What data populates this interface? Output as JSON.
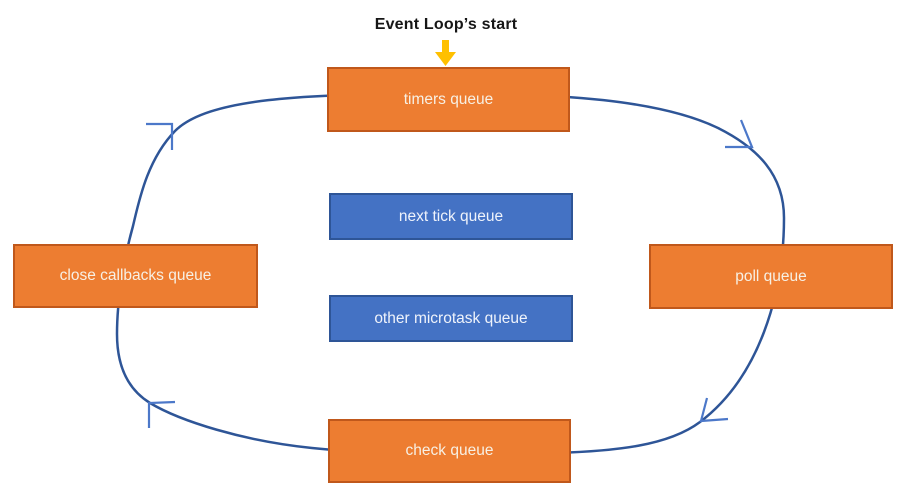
{
  "title": "Event Loop’s start",
  "colors": {
    "orange_fill": "#ED7D31",
    "orange_border": "#C0581B",
    "blue_fill": "#4472C4",
    "blue_border": "#2E5597",
    "cycle_stroke": "#2E5597",
    "arrowhead_stroke": "#4C78C9",
    "start_arrow": "#FFC000",
    "box_text_orange": "#F7F0E4",
    "box_text_blue": "#EFF3FB",
    "title_text": "#161616"
  },
  "diagram": {
    "cycle_direction": "clockwise",
    "nodes": [
      {
        "id": "timers-queue",
        "label": "timers queue",
        "color": "orange",
        "position": "top"
      },
      {
        "id": "next-tick-queue",
        "label": "next tick queue",
        "color": "blue",
        "position": "center-upper"
      },
      {
        "id": "other-microtask-queue",
        "label": "other microtask queue",
        "color": "blue",
        "position": "center-lower"
      },
      {
        "id": "close-callbacks-queue",
        "label": "close callbacks queue",
        "color": "orange",
        "position": "left"
      },
      {
        "id": "poll-queue",
        "label": "poll queue",
        "color": "orange",
        "position": "right"
      },
      {
        "id": "check-queue",
        "label": "check queue",
        "color": "orange",
        "position": "bottom"
      }
    ],
    "flow_order": [
      "timers queue",
      "poll queue",
      "check queue",
      "close callbacks queue"
    ]
  }
}
